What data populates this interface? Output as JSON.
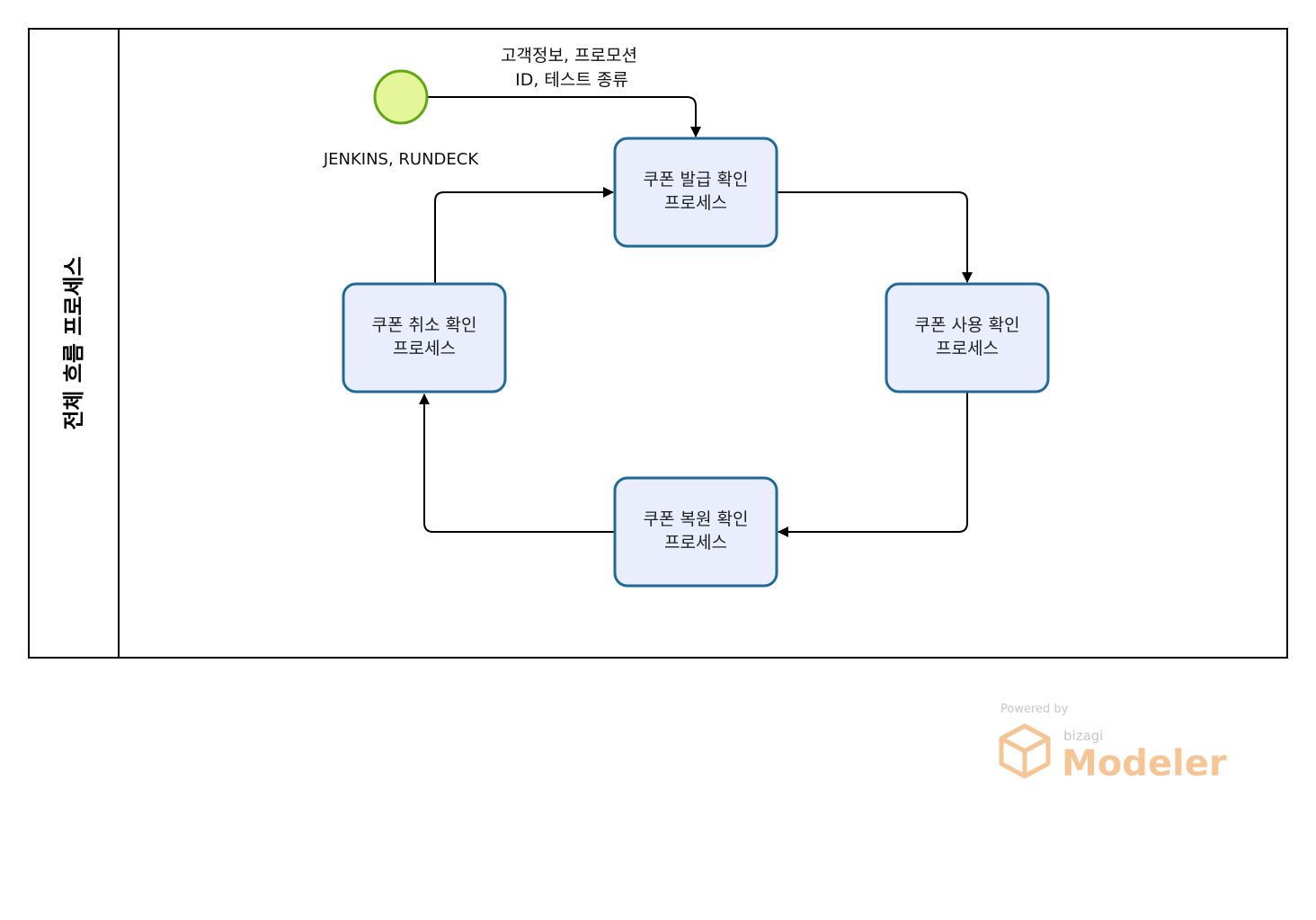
{
  "pool": {
    "lane_title": "전체 흐름 프로세스"
  },
  "start_event": {
    "label": "JENKINS, RUNDECK",
    "fill_color": "#e5f59a",
    "stroke_color": "#62a715"
  },
  "input_flow_label": {
    "line1": "고객정보, 프로모션",
    "line2": "ID, 테스트 종류"
  },
  "tasks": {
    "issue": {
      "line1": "쿠폰 발급 확인",
      "line2": "프로세스"
    },
    "use": {
      "line1": "쿠폰 사용 확인",
      "line2": "프로세스"
    },
    "restore": {
      "line1": "쿠폰 복원 확인",
      "line2": "프로세스"
    },
    "cancel": {
      "line1": "쿠폰 취소 확인",
      "line2": "프로세스"
    }
  },
  "task_style": {
    "fill_color": "#eaedfc",
    "stroke_color": "#1f6a96"
  },
  "watermark": {
    "powered_by": "Powered by",
    "brand": "bizagi",
    "product": "Modeler"
  }
}
